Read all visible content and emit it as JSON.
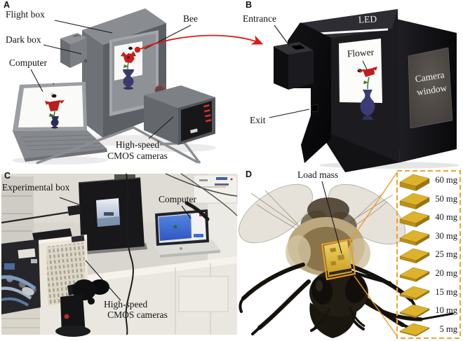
{
  "panels": {
    "a": {
      "tag": "A",
      "labels": {
        "flight_box": "Flight box",
        "dark_box": "Dark box",
        "computer": "Computer",
        "bee": "Bee",
        "cameras_line1": "High-speed",
        "cameras_line2": "CMOS cameras"
      }
    },
    "b": {
      "tag": "B",
      "labels": {
        "entrance": "Entrance",
        "led": "LED",
        "flower": "Flower",
        "camera_window_line1": "Camera",
        "camera_window_line2": "window",
        "exit": "Exit"
      }
    },
    "c": {
      "tag": "C",
      "labels": {
        "experimental_box": "Experimental box",
        "computer": "Computer",
        "cameras_line1": "High-speed",
        "cameras_line2": "CMOS cameras"
      }
    },
    "d": {
      "tag": "D",
      "labels": {
        "load_mass": "Load mass"
      },
      "load_masses": [
        "60 mg",
        "50 mg",
        "40 mg",
        "30 mg",
        "25 mg",
        "20 mg",
        "15 mg",
        "10 mg",
        "5 mg"
      ]
    }
  },
  "colors": {
    "annotation_red": "#e01818",
    "load_gold": "#ddb32c",
    "callout_orange": "#ef9d1e"
  }
}
